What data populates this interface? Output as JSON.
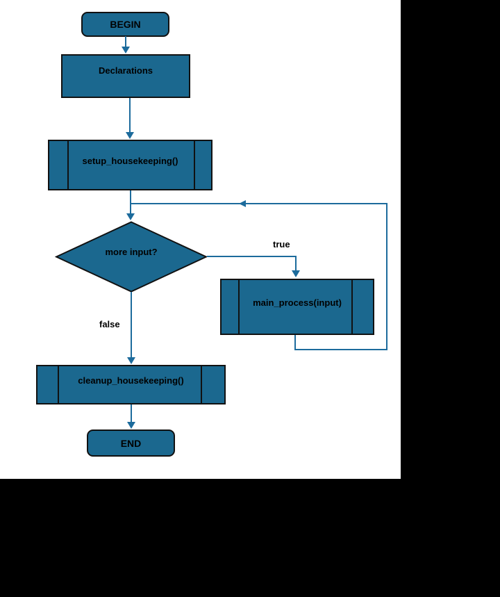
{
  "colors": {
    "node_fill": "#1b688f",
    "node_border": "#111111",
    "connector": "#1c6b9c",
    "label_text": "#000000",
    "page": "#ffffff",
    "background": "#000000"
  },
  "nodes": {
    "begin": {
      "label": "BEGIN",
      "shape": "terminator"
    },
    "declarations": {
      "label": "Declarations",
      "shape": "process"
    },
    "setup": {
      "label": "setup_housekeeping()",
      "shape": "predefined_process"
    },
    "decision": {
      "label": "more input?",
      "shape": "decision"
    },
    "main": {
      "label": "main_process(input)",
      "shape": "predefined_process"
    },
    "cleanup": {
      "label": "cleanup_housekeeping()",
      "shape": "predefined_process"
    },
    "end": {
      "label": "END",
      "shape": "terminator"
    }
  },
  "edges": {
    "true_label": "true",
    "false_label": "false"
  }
}
